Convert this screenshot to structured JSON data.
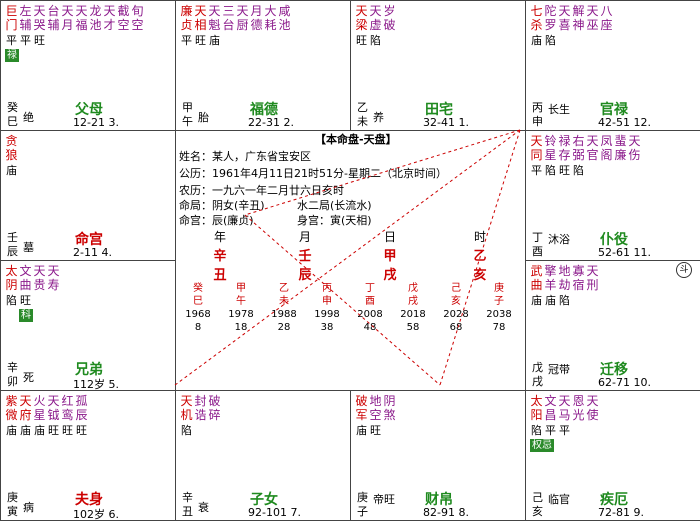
{
  "palaces": [
    {
      "id": "si",
      "gan": "癸",
      "zhi": "巳",
      "cs": "绝",
      "name": "父母",
      "name_color": "green",
      "age": "12-21 3.",
      "cols": [
        {
          "t": "巨门",
          "c": "red"
        },
        {
          "t": "左辅",
          "c": "purple"
        },
        {
          "t": "天哭",
          "c": "purple"
        },
        {
          "t": "台辅",
          "c": "purple"
        },
        {
          "t": "天月",
          "c": "purple"
        },
        {
          "t": "天福",
          "c": "purple"
        },
        {
          "t": "龙池",
          "c": "purple"
        },
        {
          "t": "天才",
          "c": "purple"
        },
        {
          "t": "截空",
          "c": "purple"
        },
        {
          "t": "旬空",
          "c": "purple"
        }
      ],
      "lvl": [
        "平",
        "平",
        "旺"
      ],
      "badge": "禄"
    },
    {
      "id": "wu",
      "gan": "甲",
      "zhi": "午",
      "cs": "胎",
      "name": "福德",
      "name_color": "green",
      "age": "22-31 2.",
      "cols": [
        {
          "t": "廉贞",
          "c": "red"
        },
        {
          "t": "天相",
          "c": "red"
        },
        {
          "t": "天魁",
          "c": "purple"
        },
        {
          "t": "三台",
          "c": "purple"
        },
        {
          "t": "天厨",
          "c": "purple"
        },
        {
          "t": "月德",
          "c": "purple"
        },
        {
          "t": "大耗",
          "c": "purple"
        },
        {
          "t": "咸池",
          "c": "purple"
        }
      ],
      "lvl": [
        "平",
        "旺",
        "庙"
      ],
      "badge": ""
    },
    {
      "id": "wei",
      "gan": "乙",
      "zhi": "未",
      "cs": "养",
      "name": "田宅",
      "name_color": "green",
      "age": "32-41 1.",
      "cols": [
        {
          "t": "天梁",
          "c": "red"
        },
        {
          "t": "天虚",
          "c": "purple"
        },
        {
          "t": "岁破",
          "c": "purple"
        }
      ],
      "lvl": [
        "旺",
        "陷"
      ],
      "badge": ""
    },
    {
      "id": "shen",
      "gan": "丙",
      "zhi": "申",
      "cs": "长生",
      "name": "官禄",
      "name_color": "green",
      "age": "42-51 12.",
      "cols": [
        {
          "t": "七杀",
          "c": "red"
        },
        {
          "t": "陀罗",
          "c": "purple"
        },
        {
          "t": "天喜",
          "c": "purple"
        },
        {
          "t": "解神",
          "c": "purple"
        },
        {
          "t": "天巫",
          "c": "purple"
        },
        {
          "t": "八座",
          "c": "purple"
        }
      ],
      "lvl": [
        "庙",
        "陷"
      ],
      "badge": ""
    },
    {
      "id": "chen",
      "gan": "壬",
      "zhi": "辰",
      "cs": "墓",
      "name": "命宫",
      "name_color": "red",
      "age": "2-11 4.",
      "cols": [
        {
          "t": "贪狼",
          "c": "red"
        }
      ],
      "lvl": [
        "庙"
      ],
      "badge": ""
    },
    {
      "id": "you",
      "gan": "丁",
      "zhi": "酉",
      "cs": "沐浴",
      "name": "仆役",
      "name_color": "green",
      "age": "52-61 11.",
      "cols": [
        {
          "t": "天同",
          "c": "red"
        },
        {
          "t": "铃星",
          "c": "purple"
        },
        {
          "t": "禄存",
          "c": "purple"
        },
        {
          "t": "右弼",
          "c": "purple"
        },
        {
          "t": "天官",
          "c": "purple"
        },
        {
          "t": "凤阁",
          "c": "purple"
        },
        {
          "t": "蜚廉",
          "c": "purple"
        },
        {
          "t": "天伤",
          "c": "purple"
        }
      ],
      "lvl": [
        "平",
        "陷",
        "旺",
        "陷"
      ],
      "badge": ""
    },
    {
      "id": "mao",
      "gan": "辛",
      "zhi": "卯",
      "cs": "死",
      "name": "兄弟",
      "name_color": "green",
      "age": "112岁 5.",
      "cols": [
        {
          "t": "太阴",
          "c": "red"
        },
        {
          "t": "文曲",
          "c": "purple"
        },
        {
          "t": "天贵",
          "c": "purple"
        },
        {
          "t": "天寿",
          "c": "purple"
        }
      ],
      "lvl": [
        "陷",
        "旺"
      ],
      "badge": "科"
    },
    {
      "id": "xu",
      "gan": "戊",
      "zhi": "戌",
      "cs": "冠带",
      "name": "迁移",
      "name_color": "green",
      "age": "62-71 10.",
      "cols": [
        {
          "t": "武曲",
          "c": "red"
        },
        {
          "t": "擎羊",
          "c": "purple"
        },
        {
          "t": "地劫",
          "c": "purple"
        },
        {
          "t": "寡宿",
          "c": "purple"
        },
        {
          "t": "天刑",
          "c": "purple"
        }
      ],
      "lvl": [
        "庙",
        "庙",
        "陷"
      ],
      "badge": ""
    },
    {
      "id": "yin",
      "gan": "庚",
      "zhi": "寅",
      "cs": "病",
      "name": "夫身",
      "name_color": "red",
      "age": "102岁 6.",
      "cols": [
        {
          "t": "紫微",
          "c": "red"
        },
        {
          "t": "天府",
          "c": "red"
        },
        {
          "t": "火星",
          "c": "purple"
        },
        {
          "t": "天钺",
          "c": "purple"
        },
        {
          "t": "红鸾",
          "c": "purple"
        },
        {
          "t": "孤辰",
          "c": "purple"
        }
      ],
      "lvl": [
        "庙",
        "庙",
        "庙",
        "旺",
        "旺",
        "旺"
      ],
      "badge": ""
    },
    {
      "id": "chou",
      "gan": "辛",
      "zhi": "丑",
      "cs": "衰",
      "name": "子女",
      "name_color": "green",
      "age": "92-101 7.",
      "cols": [
        {
          "t": "天机",
          "c": "red"
        },
        {
          "t": "封诰",
          "c": "purple"
        },
        {
          "t": "破碎",
          "c": "purple"
        }
      ],
      "lvl": [
        "陷"
      ],
      "badge": ""
    },
    {
      "id": "zi",
      "gan": "庚",
      "zhi": "子",
      "cs": "帝旺",
      "name": "财帛",
      "name_color": "green",
      "age": "82-91 8.",
      "cols": [
        {
          "t": "破军",
          "c": "red"
        },
        {
          "t": "地空",
          "c": "purple"
        },
        {
          "t": "阴煞",
          "c": "purple"
        }
      ],
      "lvl": [
        "庙",
        "旺"
      ],
      "badge": ""
    },
    {
      "id": "hai",
      "gan": "己",
      "zhi": "亥",
      "cs": "临官",
      "name": "疾厄",
      "name_color": "green",
      "age": "72-81 9.",
      "cols": [
        {
          "t": "太阳",
          "c": "red"
        },
        {
          "t": "文昌",
          "c": "purple"
        },
        {
          "t": "天马",
          "c": "purple"
        },
        {
          "t": "恩光",
          "c": "purple"
        },
        {
          "t": "天使",
          "c": "purple"
        }
      ],
      "lvl": [
        "陷",
        "平",
        "平"
      ],
      "badge": "权忌"
    }
  ],
  "center": {
    "title": "【本命盘-天盘】",
    "name": "姓名：某人，广东省宝安区",
    "gongli": "公历：1961年4月11日21时51分-星期二（北京时间）",
    "nongli": "农历：一九六一年二月廿六日亥时",
    "mingju": "命局：阴女(辛丑)",
    "shuiju": "水二局(长流水)",
    "minggong": "命宫：辰(廉贞)",
    "shengong": "身宫：寅(天相)",
    "pillars": [
      {
        "label": "年",
        "gan": "辛",
        "zhi": "丑"
      },
      {
        "label": "月",
        "gan": "壬",
        "zhi": "辰"
      },
      {
        "label": "日",
        "gan": "甲",
        "zhi": "戌"
      },
      {
        "label": "时",
        "gan": "乙",
        "zhi": "亥"
      }
    ],
    "dayun": [
      {
        "gan": "癸",
        "zhi": "巳",
        "year": "1968",
        "age": "8"
      },
      {
        "gan": "甲",
        "zhi": "午",
        "year": "1978",
        "age": "18"
      },
      {
        "gan": "乙",
        "zhi": "未",
        "year": "1988",
        "age": "28"
      },
      {
        "gan": "丙",
        "zhi": "申",
        "year": "1998",
        "age": "38"
      },
      {
        "gan": "丁",
        "zhi": "酉",
        "year": "2008",
        "age": "48"
      },
      {
        "gan": "戊",
        "zhi": "戌",
        "year": "2018",
        "age": "58"
      },
      {
        "gan": "己",
        "zhi": "亥",
        "year": "2028",
        "age": "68"
      },
      {
        "gan": "庚",
        "zhi": "子",
        "year": "2038",
        "age": "78"
      }
    ]
  },
  "dou_label": "斗"
}
